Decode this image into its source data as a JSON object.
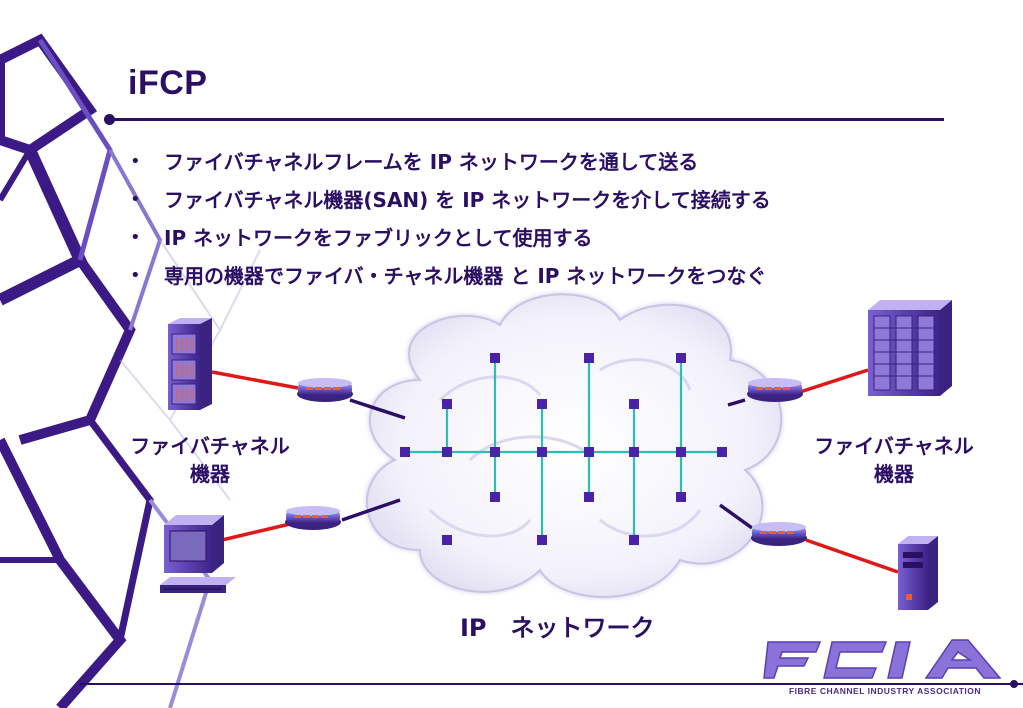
{
  "slide": {
    "title": "iFCP",
    "bullet_mark": "•",
    "bullets": [
      "ファイバチャネルフレームを IP ネットワークを通して送る",
      "ファイバチャネル機器(SAN) を IP ネットワークを介して接続する",
      "IP ネットワークをファブリックとして使用する",
      "専用の機器でファイバ・チャネル機器 と IP ネットワークをつなぐ"
    ]
  },
  "diagram": {
    "left_device_label": [
      "ファイバチャネル",
      "機器"
    ],
    "right_device_label": [
      "ファイバチャネル",
      "機器"
    ],
    "network_label": "IP　ネットワーク"
  },
  "logo": {
    "mark": "FCIA",
    "caption": "FIBRE CHANNEL INDUSTRY ASSOCIATION"
  },
  "colors": {
    "primary": "#2a0f63",
    "accent_purple": "#5b3fb0",
    "link_red": "#e01818",
    "mesh_teal": "#2abfb0",
    "node": "#4a22a8"
  }
}
